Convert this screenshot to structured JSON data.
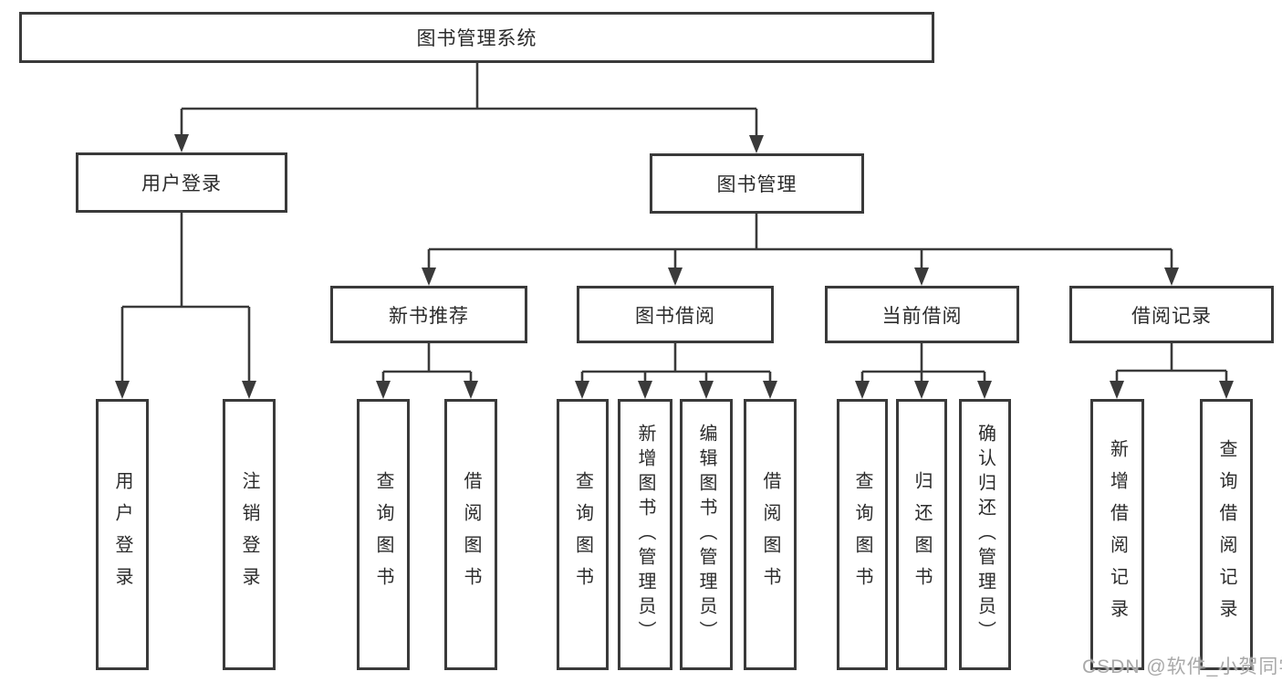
{
  "colors": {
    "line": "#3a3a3a",
    "box_border": "#3a3a3a",
    "text": "#2b2b2b",
    "watermark_text": "#a9a9a9",
    "background": "#ffffff"
  },
  "watermark": {
    "text": "CSDN @软件_小贺同学"
  },
  "nodes": {
    "root": {
      "label": "图书管理系统"
    },
    "level2": {
      "user_login": {
        "label": "用户登录"
      },
      "book_management": {
        "label": "图书管理"
      }
    },
    "level3": {
      "new_book_recommend": {
        "label": "新书推荐"
      },
      "book_borrow": {
        "label": "图书借阅"
      },
      "current_borrow": {
        "label": "当前借阅"
      },
      "borrow_records": {
        "label": "借阅记录"
      }
    },
    "leaves": {
      "login": "用户登录",
      "logout": "注销登录",
      "nb_query_books": "查询图书",
      "nb_borrow_books": "借阅图书",
      "bb_query_books": "查询图书",
      "bb_add_books_admin": "新增图书（管理员）",
      "bb_edit_books_admin": "编辑图书（管理员）",
      "bb_borrow_books": "借阅图书",
      "cb_query_books": "查询图书",
      "cb_return_books": "归还图书",
      "cb_confirm_return_admin": "确认归还（管理员）",
      "br_add_record": "新增借阅记录",
      "br_query_record": "查询借阅记录"
    }
  },
  "tree": {
    "label": "图书管理系统",
    "children": [
      {
        "label": "用户登录",
        "children": [
          {
            "label": "用户登录"
          },
          {
            "label": "注销登录"
          }
        ]
      },
      {
        "label": "图书管理",
        "children": [
          {
            "label": "新书推荐",
            "children": [
              {
                "label": "查询图书"
              },
              {
                "label": "借阅图书"
              }
            ]
          },
          {
            "label": "图书借阅",
            "children": [
              {
                "label": "查询图书"
              },
              {
                "label": "新增图书（管理员）"
              },
              {
                "label": "编辑图书（管理员）"
              },
              {
                "label": "借阅图书"
              }
            ]
          },
          {
            "label": "当前借阅",
            "children": [
              {
                "label": "查询图书"
              },
              {
                "label": "归还图书"
              },
              {
                "label": "确认归还（管理员）"
              }
            ]
          },
          {
            "label": "借阅记录",
            "children": [
              {
                "label": "新增借阅记录"
              },
              {
                "label": "查询借阅记录"
              }
            ]
          }
        ]
      }
    ]
  }
}
